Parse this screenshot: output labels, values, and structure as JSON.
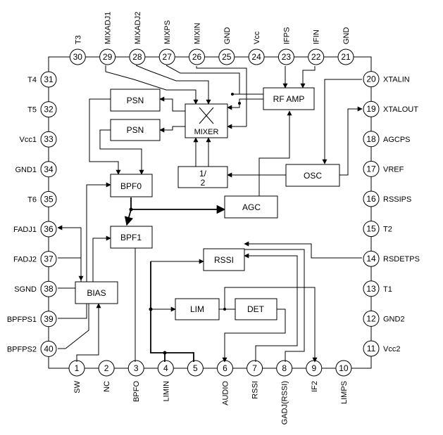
{
  "pins": [
    {
      "num": "1",
      "label": "SW"
    },
    {
      "num": "2",
      "label": "NC"
    },
    {
      "num": "3",
      "label": "BPFO"
    },
    {
      "num": "4",
      "label": "LIMIN"
    },
    {
      "num": "5",
      "label": ""
    },
    {
      "num": "6",
      "label": "AUDIO"
    },
    {
      "num": "7",
      "label": "RSSI"
    },
    {
      "num": "8",
      "label": "GADJ(RSSI)"
    },
    {
      "num": "9",
      "label": "IF2"
    },
    {
      "num": "10",
      "label": "LIMPS"
    },
    {
      "num": "11",
      "label": "Vcc2"
    },
    {
      "num": "12",
      "label": "GND2"
    },
    {
      "num": "13",
      "label": "T1"
    },
    {
      "num": "14",
      "label": "RSDETPS"
    },
    {
      "num": "15",
      "label": "T2"
    },
    {
      "num": "16",
      "label": "RSSIPS"
    },
    {
      "num": "17",
      "label": "VREF"
    },
    {
      "num": "18",
      "label": "AGCPS"
    },
    {
      "num": "19",
      "label": "XTALOUT"
    },
    {
      "num": "20",
      "label": "XTALIN"
    },
    {
      "num": "21",
      "label": "GND"
    },
    {
      "num": "22",
      "label": "IFIN"
    },
    {
      "num": "23",
      "label": "IFPS"
    },
    {
      "num": "24",
      "label": "Vcc"
    },
    {
      "num": "25",
      "label": "GND"
    },
    {
      "num": "26",
      "label": "MIXIN"
    },
    {
      "num": "27",
      "label": "MIXPS"
    },
    {
      "num": "28",
      "label": "MIXADJ2"
    },
    {
      "num": "29",
      "label": "MIXADJ1"
    },
    {
      "num": "30",
      "label": "T3"
    },
    {
      "num": "31",
      "label": "T4"
    },
    {
      "num": "32",
      "label": "T5"
    },
    {
      "num": "33",
      "label": "Vcc1"
    },
    {
      "num": "34",
      "label": "GND1"
    },
    {
      "num": "35",
      "label": "T6"
    },
    {
      "num": "36",
      "label": "FADJ1"
    },
    {
      "num": "37",
      "label": "FADJ2"
    },
    {
      "num": "38",
      "label": "SGND"
    },
    {
      "num": "39",
      "label": "BPFPS1"
    },
    {
      "num": "40",
      "label": "BPFPS2"
    }
  ],
  "blocks": {
    "psn1": "PSN",
    "psn2": "PSN",
    "mixer": "MIXER",
    "rfamp": "RF AMP",
    "div_top": "1/",
    "div_bottom": "2",
    "osc": "OSC",
    "bpf0": "BPF0",
    "agc": "AGC",
    "bpf1": "BPF1",
    "rssi": "RSSI",
    "bias": "BIAS",
    "lim": "LIM",
    "det": "DET"
  }
}
